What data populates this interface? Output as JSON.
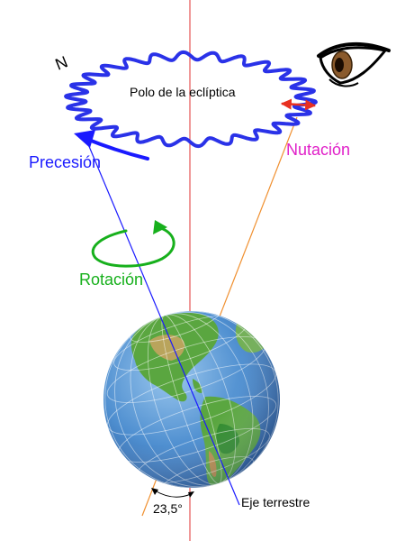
{
  "labels": {
    "pole": "Polo de la eclíptica",
    "north": "N",
    "precession": "Precesión",
    "nutation": "Nutación",
    "rotation": "Rotación",
    "angle": "23,5°",
    "earth_axis": "Eje terrestre"
  },
  "colors": {
    "precession": "#1a1aff",
    "nutation": "#e020c8",
    "rotation": "#17b01c",
    "ecliptic_axis": "#e03030",
    "cone_line": "#f09030",
    "nutation_arrow": "#e83020",
    "ocean": "#4f8fd0",
    "land": "#5aa640"
  }
}
